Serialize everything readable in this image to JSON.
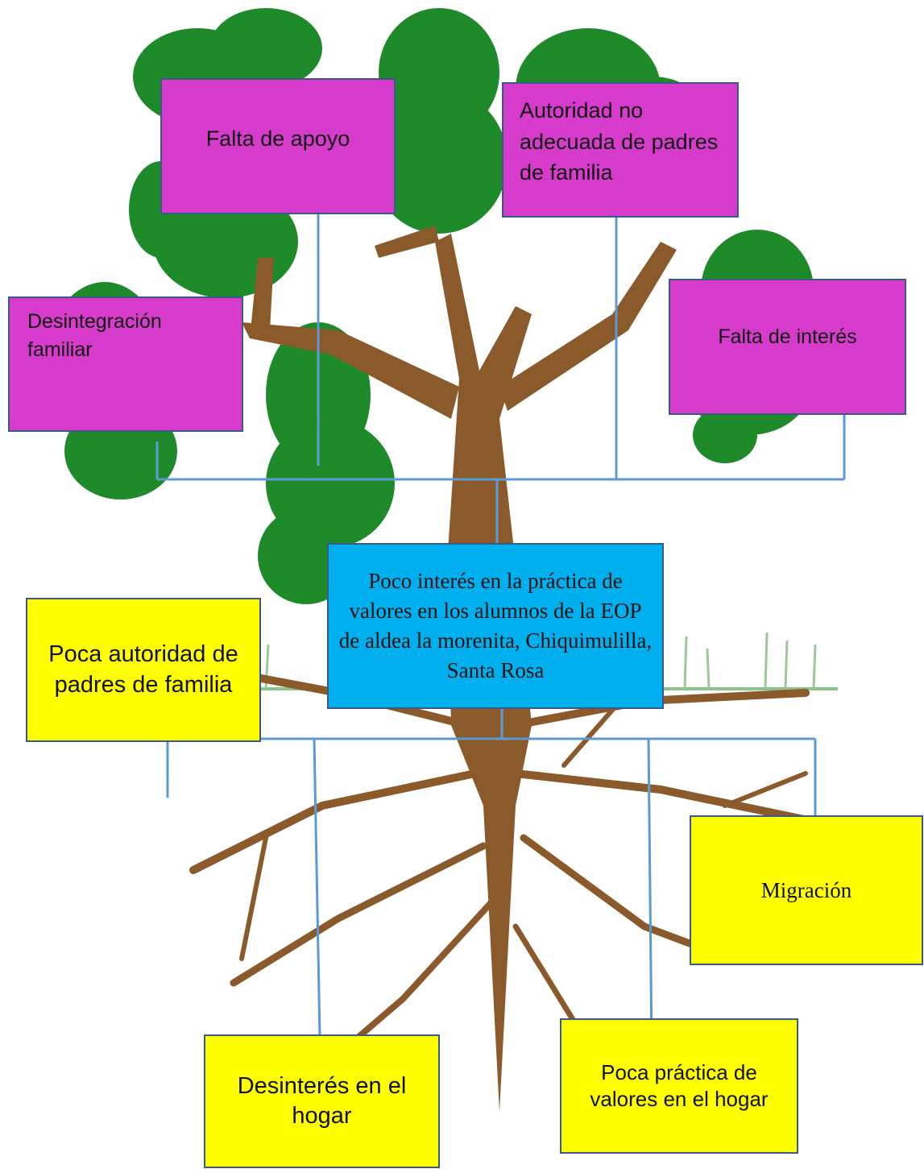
{
  "colors": {
    "effect_box": "#d63bcb",
    "cause_box": "#ffff00",
    "problem_box": "#00b0ee",
    "connector": "#5b9bd5",
    "foliage": "#1f8a2a",
    "trunk": "#8b5a2b"
  },
  "problem": {
    "text": "Poco interés en la práctica de valores en los alumnos de la EOP de aldea la morenita, Chiquimulilla, Santa Rosa"
  },
  "effects": {
    "falta_apoyo": "Falta de apoyo",
    "autoridad_no_adecuada": "Autoridad no adecuada de padres de familia",
    "desintegracion": "Desintegración familiar",
    "falta_interes": "Falta de interés"
  },
  "causes": {
    "poca_autoridad": "Poca autoridad de padres de familia",
    "migracion": "Migración",
    "desinteres_hogar": "Desinterés en el hogar",
    "poca_practica": "Poca práctica de valores en el hogar"
  }
}
